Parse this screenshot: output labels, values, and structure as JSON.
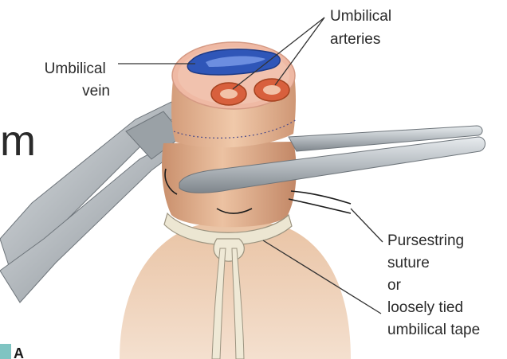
{
  "labels": {
    "umbilical_vein": [
      "Umbilical",
      "vein"
    ],
    "umbilical_arteries": [
      "Umbilical",
      "arteries"
    ],
    "suture": [
      "Pursestring",
      "suture",
      "or",
      "loosely tied",
      "umbilical tape"
    ],
    "panel": "A",
    "partial_word": "m"
  },
  "colors": {
    "skin": "#e7bc9c",
    "skin_shadow": "#d09c7a",
    "cord": "#e3b495",
    "vein": "#2f56b8",
    "artery": "#d8603d",
    "instrument": "#a6adb2",
    "tape": "#ece6d2",
    "panel_marker": "#7fc4c2"
  }
}
